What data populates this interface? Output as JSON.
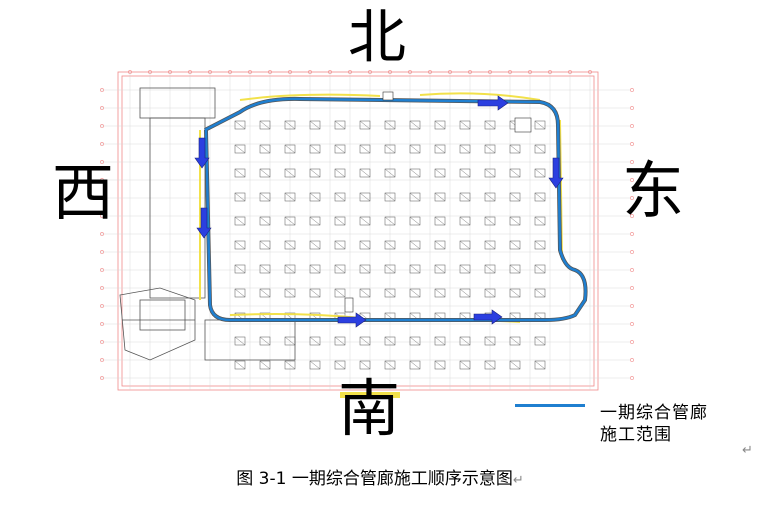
{
  "compass": {
    "north": "北",
    "south": "南",
    "east": "东",
    "west": "西"
  },
  "legend": {
    "line1": "一期综合管廊",
    "line2": "施工范围",
    "color": "#1f7fd0"
  },
  "caption": "图 3-1  一期综合管廊施工顺序示意图",
  "paragraph_mark": "↵",
  "colors": {
    "pipe_gallery": "#1f7fd0",
    "arrow": "#2b3fe0",
    "grid": "#f08a8a",
    "structure": "#555555",
    "highlight": "#f2e14a"
  },
  "flow_direction": [
    "north-east",
    "east-south",
    "south-west",
    "west-north"
  ]
}
